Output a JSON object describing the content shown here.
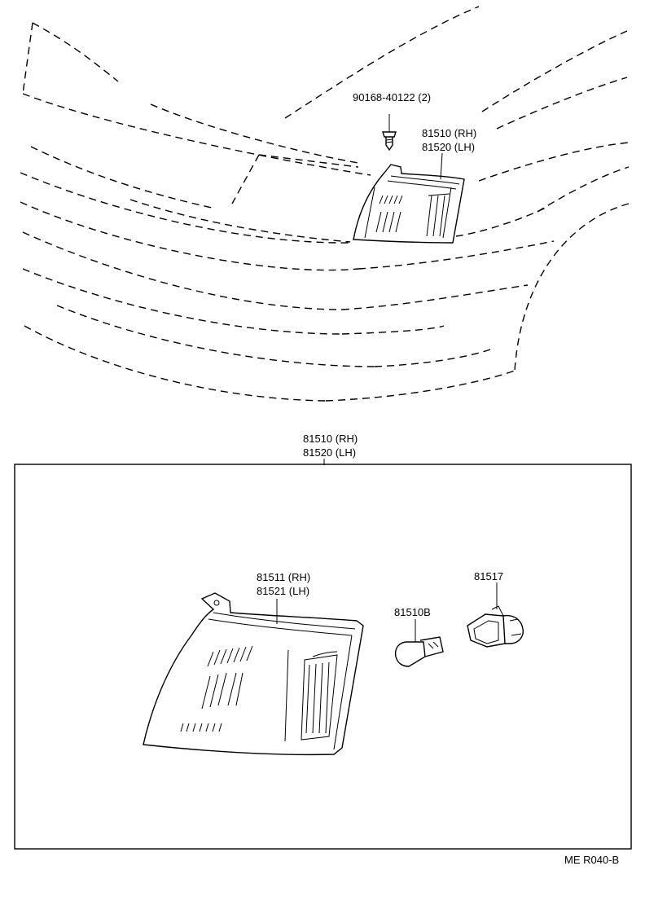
{
  "callouts": {
    "screw": "90168-40122 (2)",
    "lamp_rh_top": "81510 (RH)",
    "lamp_lh_top": "81520 (LH)",
    "assy_rh": "81510 (RH)",
    "assy_lh": "81520 (LH)",
    "lens_rh": "81511 (RH)",
    "lens_lh": "81521 (LH)",
    "bulb": "81510B",
    "socket": "81517"
  },
  "footer": {
    "ref_code": "ME R040-B"
  }
}
